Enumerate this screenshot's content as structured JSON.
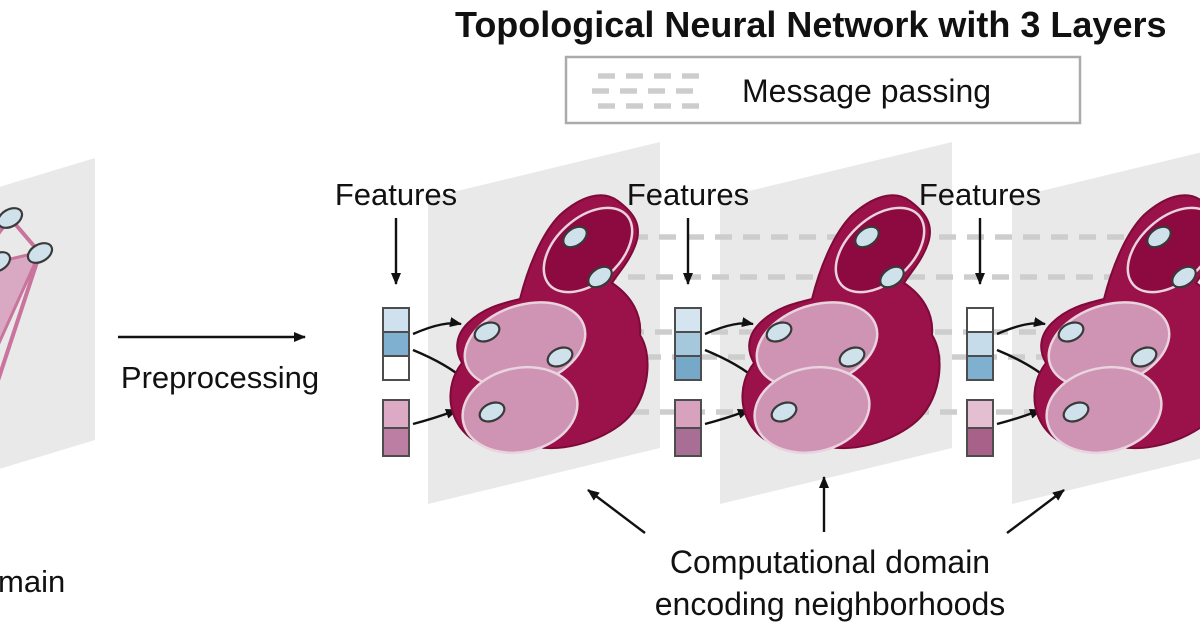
{
  "title": "Topological Neural Network with 3 Layers",
  "legend": {
    "label": "Message passing"
  },
  "preprocessing_label": "Preprocessing",
  "input_domain_label": "main",
  "caption": {
    "line1": "Computational domain",
    "line2": "encoding neighborhoods"
  },
  "layers": [
    {
      "features_label": "Features",
      "vec_top": [
        "#cfe0ee",
        "#7fb0cf",
        "#ffffff"
      ],
      "vec_bottom": [
        "#dcaac4",
        "#bc7fa3"
      ]
    },
    {
      "features_label": "Features",
      "vec_top": [
        "#d4e5f0",
        "#a6c8dc",
        "#76a9c8"
      ],
      "vec_bottom": [
        "#d8a2bf",
        "#a96e95"
      ]
    },
    {
      "features_label": "Features",
      "vec_top": [
        "#ffffff",
        "#c6dcea",
        "#7fb0cf"
      ],
      "vec_bottom": [
        "#e4bed1",
        "#a86289"
      ]
    }
  ],
  "colors": {
    "blob_dark": "#9b1149",
    "blob_darker": "#8c0a40",
    "lobe_pink": "#cf93b4",
    "lobe_stroke": "#e8d3de",
    "node_fill": "#cfe2ec",
    "node_stroke": "#3a3a3a",
    "sheet_gray": "#e9e9e9",
    "dash_gray": "#cdcdcd",
    "edge_pink": "#c9739d",
    "tri_pink": "#d9a9c3",
    "arrow_black": "#111111",
    "text_black": "#111111",
    "legend_border": "#ababab",
    "cell_border": "#4d4d4d"
  }
}
